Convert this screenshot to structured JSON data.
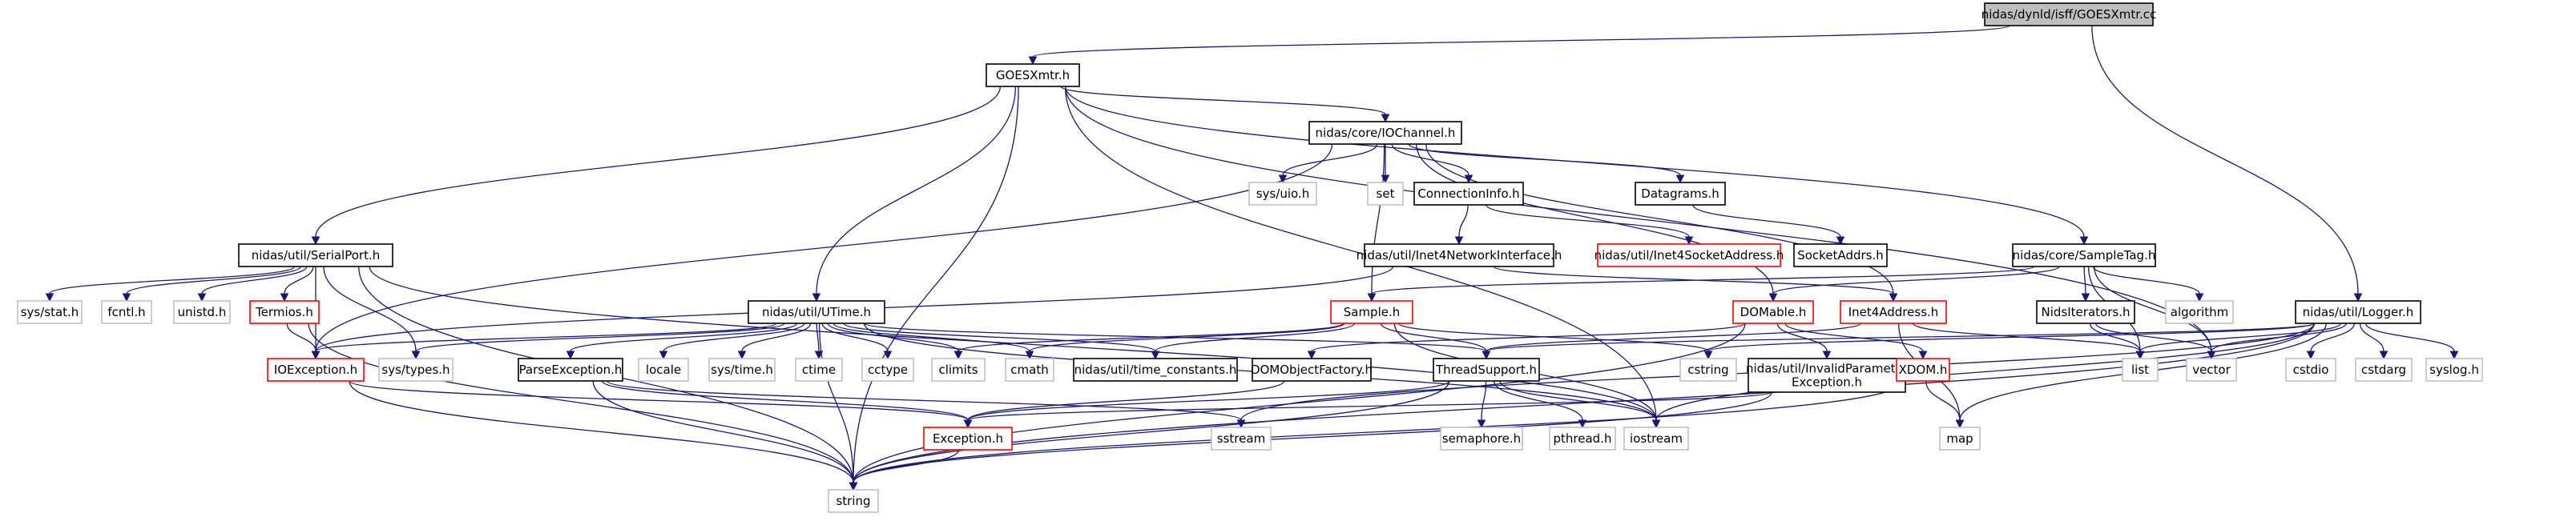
{
  "diagram": {
    "colors": {
      "edge": "#191970",
      "text": "#000000",
      "root_fill": "#bfbfbf",
      "normal_border": "#000000",
      "red_border": "#ff0000",
      "system_border": "#bfbfbf"
    },
    "nodes": [
      {
        "id": "root",
        "label": "nidas/dynld/isff/GOESXmtr.cc",
        "style": "root"
      },
      {
        "id": "goesxmtr",
        "label": "GOESXmtr.h",
        "style": "normal"
      },
      {
        "id": "logger",
        "label": "nidas/util/Logger.h",
        "style": "normal"
      },
      {
        "id": "iochannel",
        "label": "nidas/core/IOChannel.h",
        "style": "normal"
      },
      {
        "id": "serialport",
        "label": "nidas/util/SerialPort.h",
        "style": "normal"
      },
      {
        "id": "utime",
        "label": "nidas/util/UTime.h",
        "style": "normal"
      },
      {
        "id": "sampletag",
        "label": "nidas/core/SampleTag.h",
        "style": "normal"
      },
      {
        "id": "sysuio",
        "label": "sys/uio.h",
        "style": "system"
      },
      {
        "id": "set",
        "label": "set",
        "style": "system"
      },
      {
        "id": "conninfo",
        "label": "ConnectionInfo.h",
        "style": "normal"
      },
      {
        "id": "datagrams",
        "label": "Datagrams.h",
        "style": "normal"
      },
      {
        "id": "inet4sock",
        "label": "nidas/util/Inet4SocketAddress.h",
        "style": "red"
      },
      {
        "id": "socketaddrs",
        "label": "SocketAddrs.h",
        "style": "normal"
      },
      {
        "id": "inet4netif",
        "label": "nidas/util/Inet4NetworkInterface.h",
        "style": "normal"
      },
      {
        "id": "sample",
        "label": "Sample.h",
        "style": "red"
      },
      {
        "id": "domable",
        "label": "DOMable.h",
        "style": "red"
      },
      {
        "id": "inet4addr",
        "label": "Inet4Address.h",
        "style": "red"
      },
      {
        "id": "niditer",
        "label": "NidsIterators.h",
        "style": "normal"
      },
      {
        "id": "algorithm",
        "label": "algorithm",
        "style": "system"
      },
      {
        "id": "sysstat",
        "label": "sys/stat.h",
        "style": "system"
      },
      {
        "id": "fcntl",
        "label": "fcntl.h",
        "style": "system"
      },
      {
        "id": "unistd",
        "label": "unistd.h",
        "style": "system"
      },
      {
        "id": "termios",
        "label": "Termios.h",
        "style": "red"
      },
      {
        "id": "ioexception",
        "label": "IOException.h",
        "style": "red"
      },
      {
        "id": "systypes",
        "label": "sys/types.h",
        "style": "system"
      },
      {
        "id": "parseexc",
        "label": "ParseException.h",
        "style": "normal"
      },
      {
        "id": "locale",
        "label": "locale",
        "style": "system"
      },
      {
        "id": "systime",
        "label": "sys/time.h",
        "style": "system"
      },
      {
        "id": "ctime",
        "label": "ctime",
        "style": "system"
      },
      {
        "id": "cctype",
        "label": "cctype",
        "style": "system"
      },
      {
        "id": "climits",
        "label": "climits",
        "style": "system"
      },
      {
        "id": "cmath",
        "label": "cmath",
        "style": "system"
      },
      {
        "id": "timeconst",
        "label": "nidas/util/time_constants.h",
        "style": "normal"
      },
      {
        "id": "domobjfact",
        "label": "DOMObjectFactory.h",
        "style": "normal"
      },
      {
        "id": "threadsupport",
        "label": "ThreadSupport.h",
        "style": "normal"
      },
      {
        "id": "cstring",
        "label": "cstring",
        "style": "system"
      },
      {
        "id": "invparam",
        "label": "nidas/util/InvalidParameter\nException.h",
        "style": "normal"
      },
      {
        "id": "xdom",
        "label": "XDOM.h",
        "style": "red"
      },
      {
        "id": "list",
        "label": "list",
        "style": "system"
      },
      {
        "id": "vector",
        "label": "vector",
        "style": "system"
      },
      {
        "id": "cstdio",
        "label": "cstdio",
        "style": "system"
      },
      {
        "id": "cstdarg",
        "label": "cstdarg",
        "style": "system"
      },
      {
        "id": "syslog",
        "label": "syslog.h",
        "style": "system"
      },
      {
        "id": "exception",
        "label": "Exception.h",
        "style": "red"
      },
      {
        "id": "sstream",
        "label": "sstream",
        "style": "system"
      },
      {
        "id": "iostream",
        "label": "iostream",
        "style": "system"
      },
      {
        "id": "semaphore",
        "label": "semaphore.h",
        "style": "system"
      },
      {
        "id": "pthread",
        "label": "pthread.h",
        "style": "system"
      },
      {
        "id": "map",
        "label": "map",
        "style": "system"
      },
      {
        "id": "string",
        "label": "string",
        "style": "system"
      }
    ],
    "edges": [
      [
        "root",
        "goesxmtr"
      ],
      [
        "root",
        "logger"
      ],
      [
        "goesxmtr",
        "iochannel"
      ],
      [
        "goesxmtr",
        "serialport"
      ],
      [
        "goesxmtr",
        "utime"
      ],
      [
        "goesxmtr",
        "sampletag"
      ],
      [
        "goesxmtr",
        "string"
      ],
      [
        "goesxmtr",
        "iostream"
      ],
      [
        "goesxmtr",
        "vector"
      ],
      [
        "iochannel",
        "sysuio"
      ],
      [
        "iochannel",
        "set"
      ],
      [
        "iochannel",
        "conninfo"
      ],
      [
        "iochannel",
        "datagrams"
      ],
      [
        "iochannel",
        "sample"
      ],
      [
        "iochannel",
        "ioexception"
      ],
      [
        "iochannel",
        "domable"
      ],
      [
        "iochannel",
        "inet4addr"
      ],
      [
        "conninfo",
        "inet4sock"
      ],
      [
        "conninfo",
        "inet4netif"
      ],
      [
        "datagrams",
        "socketaddrs"
      ],
      [
        "inet4netif",
        "inet4addr"
      ],
      [
        "inet4netif",
        "ioexception"
      ],
      [
        "serialport",
        "sysstat"
      ],
      [
        "serialport",
        "fcntl"
      ],
      [
        "serialport",
        "unistd"
      ],
      [
        "serialport",
        "termios"
      ],
      [
        "serialport",
        "ioexception"
      ],
      [
        "serialport",
        "systypes"
      ],
      [
        "serialport",
        "string"
      ],
      [
        "serialport",
        "iostream"
      ],
      [
        "termios",
        "ioexception"
      ],
      [
        "termios",
        "string"
      ],
      [
        "ioexception",
        "exception"
      ],
      [
        "ioexception",
        "string"
      ],
      [
        "utime",
        "ioexception"
      ],
      [
        "utime",
        "systypes"
      ],
      [
        "utime",
        "parseexc"
      ],
      [
        "utime",
        "locale"
      ],
      [
        "utime",
        "systime"
      ],
      [
        "utime",
        "ctime"
      ],
      [
        "utime",
        "cctype"
      ],
      [
        "utime",
        "climits"
      ],
      [
        "utime",
        "cmath"
      ],
      [
        "utime",
        "timeconst"
      ],
      [
        "utime",
        "threadsupport"
      ],
      [
        "utime",
        "string"
      ],
      [
        "utime",
        "iostream"
      ],
      [
        "parseexc",
        "exception"
      ],
      [
        "parseexc",
        "string"
      ],
      [
        "parseexc",
        "sstream"
      ],
      [
        "sampletag",
        "sample"
      ],
      [
        "sampletag",
        "domable"
      ],
      [
        "sampletag",
        "niditer"
      ],
      [
        "sampletag",
        "algorithm"
      ],
      [
        "sampletag",
        "list"
      ],
      [
        "sampletag",
        "vector"
      ],
      [
        "sample",
        "climits"
      ],
      [
        "sample",
        "cmath"
      ],
      [
        "sample",
        "timeconst"
      ],
      [
        "sample",
        "threadsupport"
      ],
      [
        "sample",
        "cstring"
      ],
      [
        "sample",
        "iostream"
      ],
      [
        "domable",
        "domobjfact"
      ],
      [
        "domable",
        "invparam"
      ],
      [
        "domable",
        "xdom"
      ],
      [
        "domable",
        "string"
      ],
      [
        "inet4addr",
        "threadsupport"
      ],
      [
        "inet4addr",
        "list"
      ],
      [
        "inet4addr",
        "map"
      ],
      [
        "niditer",
        "list"
      ],
      [
        "niditer",
        "vector"
      ],
      [
        "domobjfact",
        "exception"
      ],
      [
        "threadsupport",
        "exception"
      ],
      [
        "threadsupport",
        "semaphore"
      ],
      [
        "threadsupport",
        "pthread"
      ],
      [
        "threadsupport",
        "iostream"
      ],
      [
        "threadsupport",
        "string"
      ],
      [
        "invparam",
        "exception"
      ],
      [
        "invparam",
        "string"
      ],
      [
        "xdom",
        "map"
      ],
      [
        "xdom",
        "string"
      ],
      [
        "exception",
        "string"
      ],
      [
        "logger",
        "threadsupport"
      ],
      [
        "logger",
        "list"
      ],
      [
        "logger",
        "vector"
      ],
      [
        "logger",
        "cstdio"
      ],
      [
        "logger",
        "cstdarg"
      ],
      [
        "logger",
        "syslog"
      ],
      [
        "logger",
        "map"
      ],
      [
        "logger",
        "cstring"
      ],
      [
        "logger",
        "iostream"
      ],
      [
        "logger",
        "sstream"
      ],
      [
        "logger",
        "string"
      ]
    ]
  }
}
